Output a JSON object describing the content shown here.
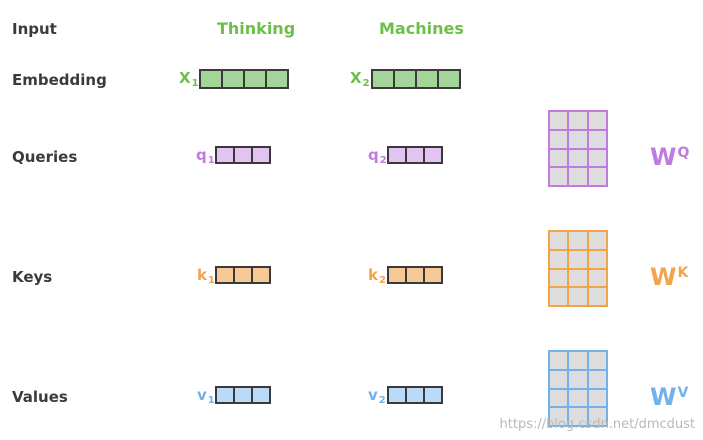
{
  "rows": {
    "input": "Input",
    "embedding": "Embedding",
    "queries": "Queries",
    "keys": "Keys",
    "values": "Values"
  },
  "words": {
    "w1": "Thinking",
    "w2": "Machines"
  },
  "symbols": {
    "x1": {
      "base": "X",
      "sub": "1"
    },
    "x2": {
      "base": "X",
      "sub": "2"
    },
    "q1": {
      "base": "q",
      "sub": "1"
    },
    "q2": {
      "base": "q",
      "sub": "2"
    },
    "k1": {
      "base": "k",
      "sub": "1"
    },
    "k2": {
      "base": "k",
      "sub": "2"
    },
    "v1": {
      "base": "v",
      "sub": "1"
    },
    "v2": {
      "base": "v",
      "sub": "2"
    }
  },
  "weights": {
    "wq": {
      "base": "W",
      "sup": "Q"
    },
    "wk": {
      "base": "W",
      "sup": "K"
    },
    "wv": {
      "base": "W",
      "sup": "V"
    }
  },
  "colors": {
    "green": "#6cc04a",
    "green_fill": "#a3d49a",
    "purple": "#c07be0",
    "purple_fill": "#e2c4f3",
    "orange": "#f3a44a",
    "orange_fill": "#f6c897",
    "blue": "#72b2ea",
    "blue_fill": "#b9dbf7",
    "cell_dark": "#3a3a3a"
  },
  "watermark": "https://blog.csdn.net/dmcdust"
}
